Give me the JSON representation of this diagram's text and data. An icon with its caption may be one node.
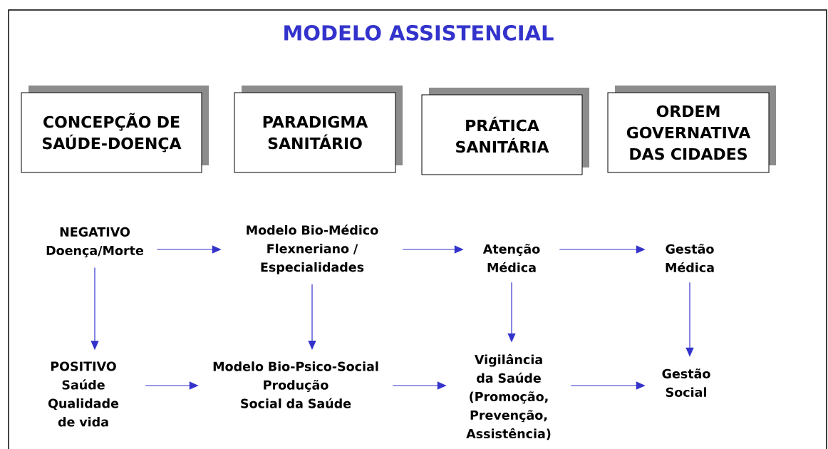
{
  "diagram": {
    "title": "MODELO ASSISTENCIAL",
    "nodes": [
      {
        "text": [
          "CONCEPÇÃO DE SAÚDE-DOENÇA"
        ]
      },
      {
        "text": [
          "PARADIGMA SANITÁRIO"
        ]
      },
      {
        "text": [
          "PRÁTICA SANITÁRIA"
        ]
      },
      {
        "text": [
          "ORDEM GOVERNATIVA DAS CIDADES"
        ]
      },
      {
        "text": [
          "NEGATIVO",
          "Doença/Morte"
        ]
      },
      {
        "text": [
          "Modelo Bio-Médico Flexneriano / Especialidades"
        ]
      },
      {
        "text": [
          "Atenção Médica"
        ]
      },
      {
        "text": [
          "Gestão Médica"
        ]
      },
      {
        "text": [
          "POSITIVO",
          "Saúde Qualidade de vida"
        ]
      },
      {
        "text": [
          "Modelo Bio-Psico-Social Produção Social da Saúde"
        ]
      },
      {
        "text": [
          "Vigilância da Saúde (Promoção, Prevenção, Assistência)"
        ]
      },
      {
        "text": [
          "Gestão Social"
        ]
      }
    ],
    "edges": [
      {
        "from": 4,
        "to": 5,
        "arrow": "to"
      },
      {
        "from": 5,
        "to": 6,
        "arrow": "to"
      },
      {
        "from": 6,
        "to": 7,
        "arrow": "to"
      },
      {
        "from": 4,
        "to": 8,
        "arrow": "to"
      },
      {
        "from": 5,
        "to": 9,
        "arrow": "to"
      },
      {
        "from": 6,
        "to": 10,
        "arrow": "to"
      },
      {
        "from": 7,
        "to": 11,
        "arrow": "to"
      },
      {
        "from": 8,
        "to": 9,
        "arrow": "to"
      },
      {
        "from": 9,
        "to": 10,
        "arrow": "to"
      },
      {
        "from": 10,
        "to": 11,
        "arrow": "to"
      }
    ]
  }
}
